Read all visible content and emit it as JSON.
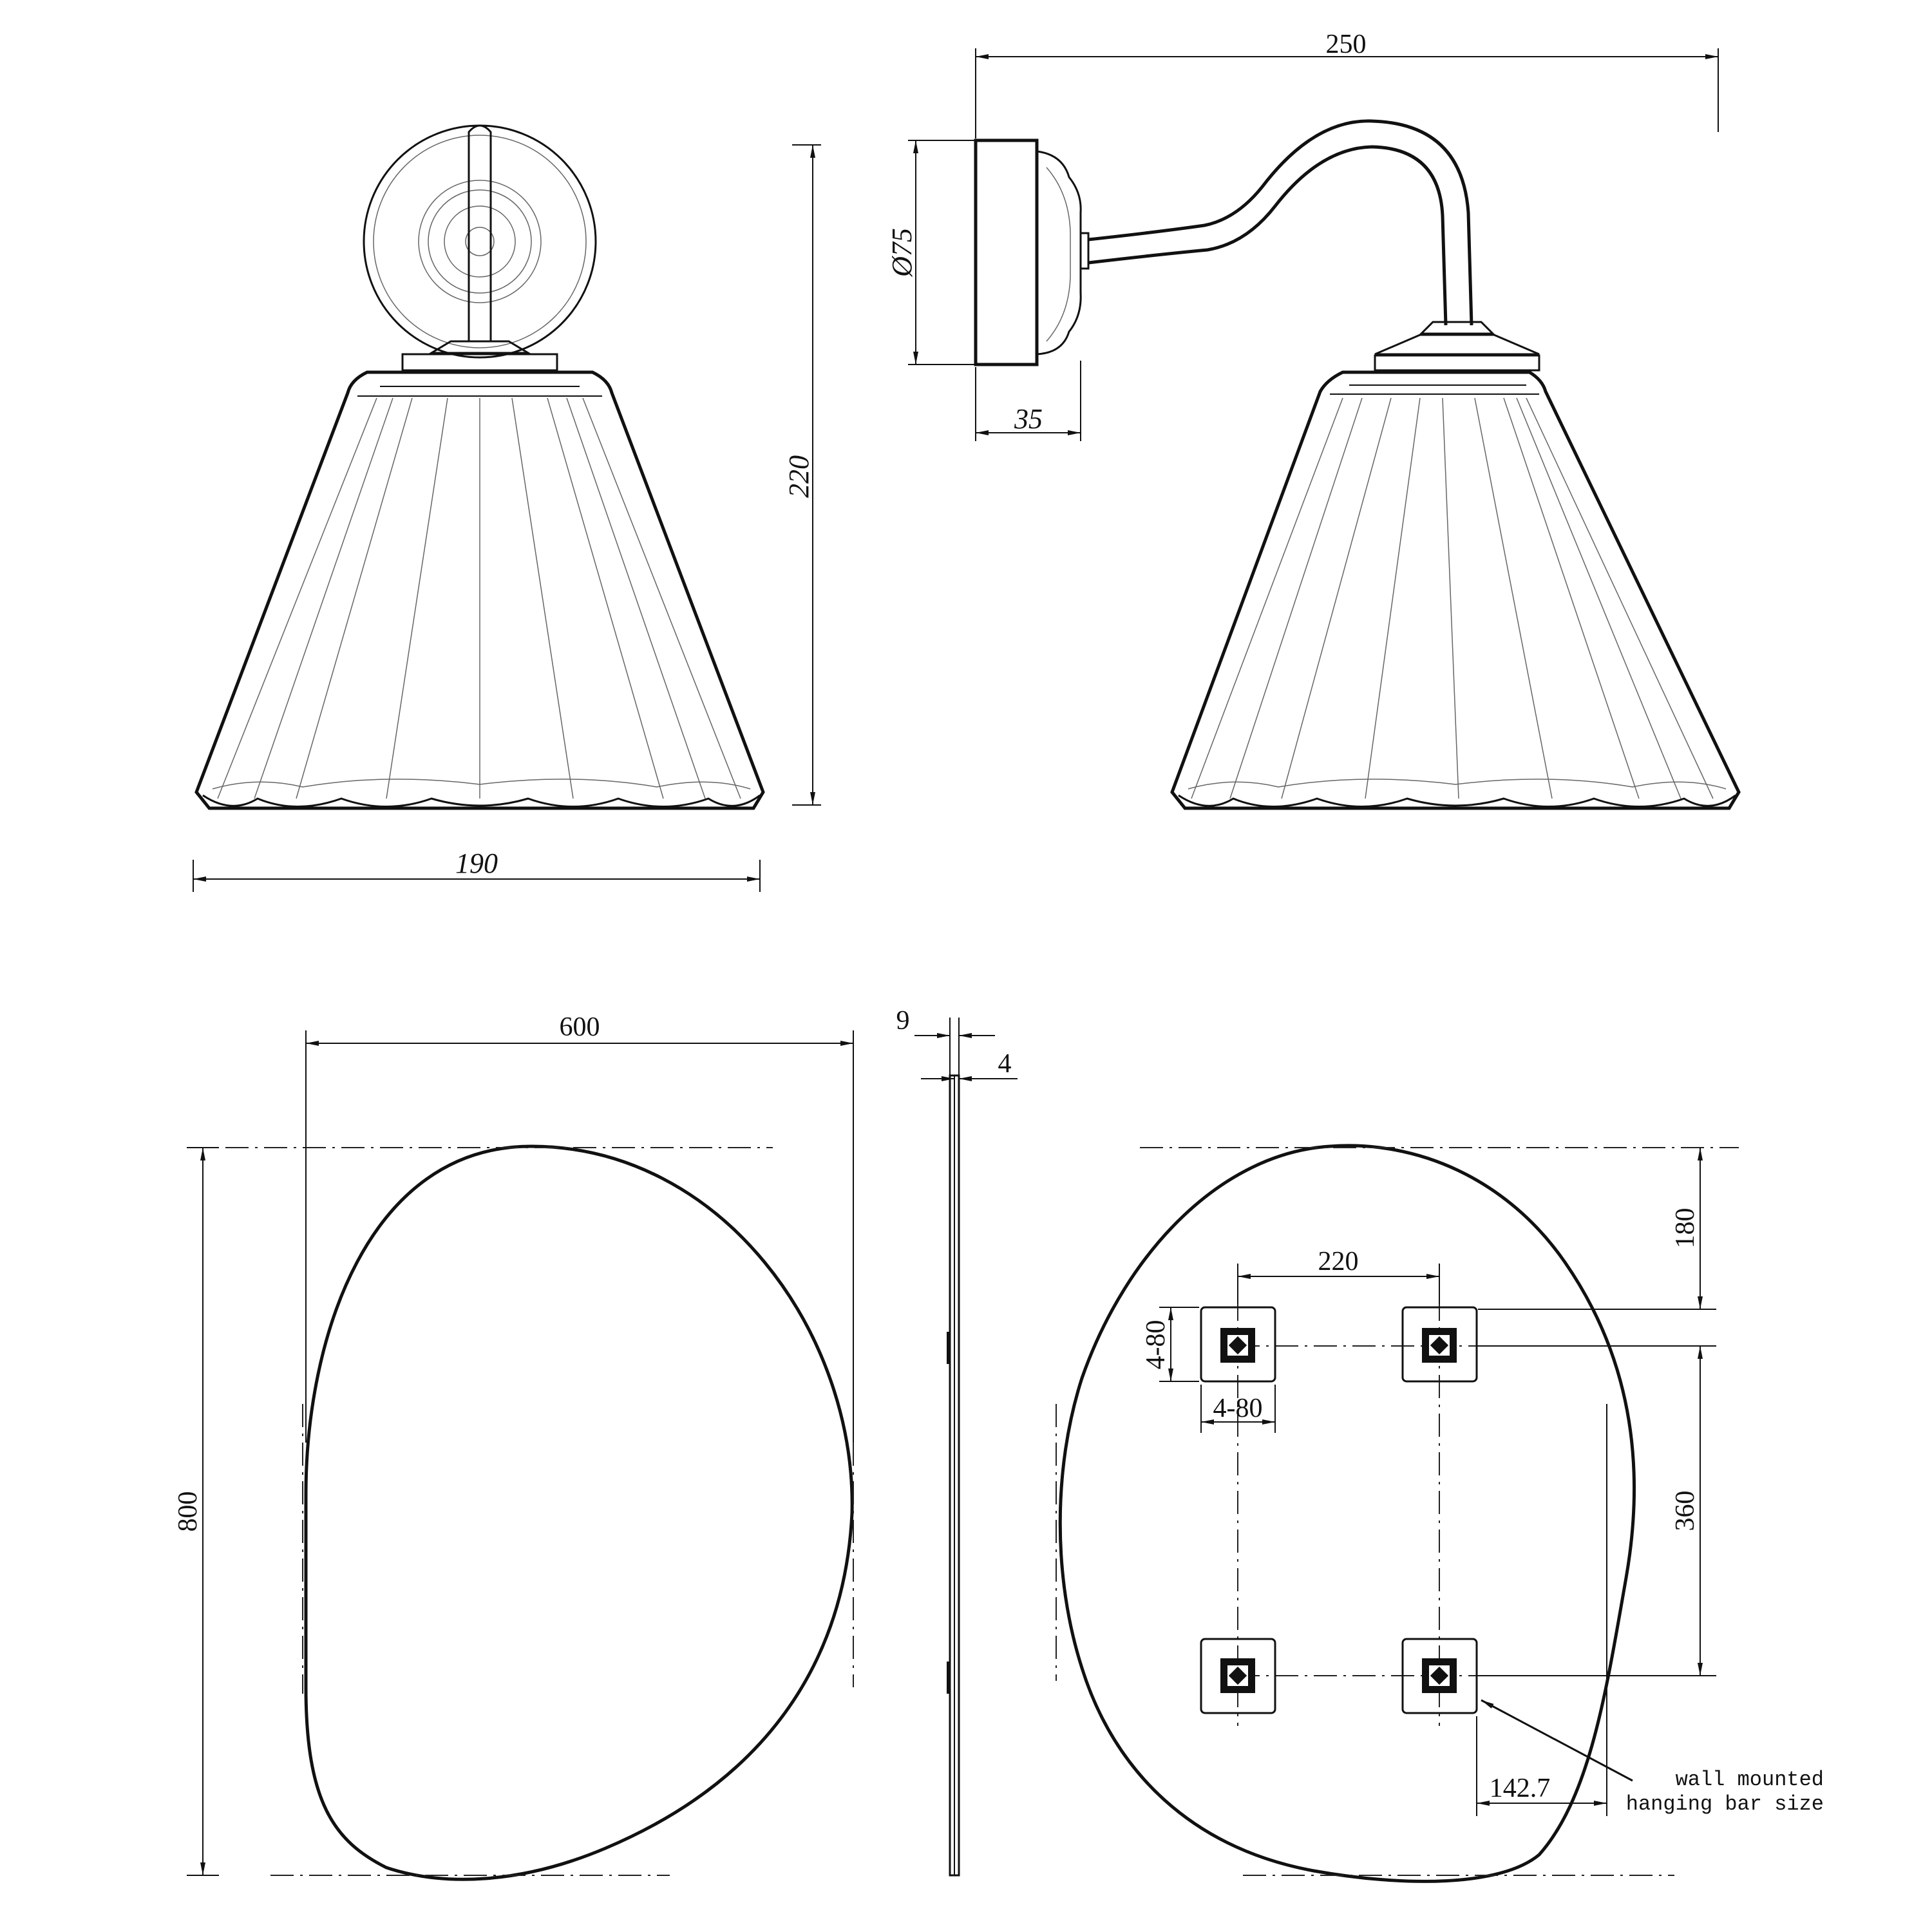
{
  "lamp": {
    "front": {
      "width": "190",
      "height": "220"
    },
    "side": {
      "projection": "250",
      "canopy_diameter": "Ø75",
      "canopy_depth": "35"
    }
  },
  "mirror": {
    "front": {
      "width": "600",
      "height": "800"
    },
    "profile": {
      "thickness_total": "9",
      "thickness_glass": "4"
    },
    "back": {
      "bar_spacing_h": "220",
      "top_offset": "180",
      "bar_spacing_v": "360",
      "bar_size_v": "4-80",
      "bar_size_h": "4-80",
      "edge_offset": "142.7",
      "note_line1": "wall mounted",
      "note_line2": "hanging bar size"
    }
  },
  "colors": {
    "line": "#111111",
    "background": "#ffffff"
  }
}
